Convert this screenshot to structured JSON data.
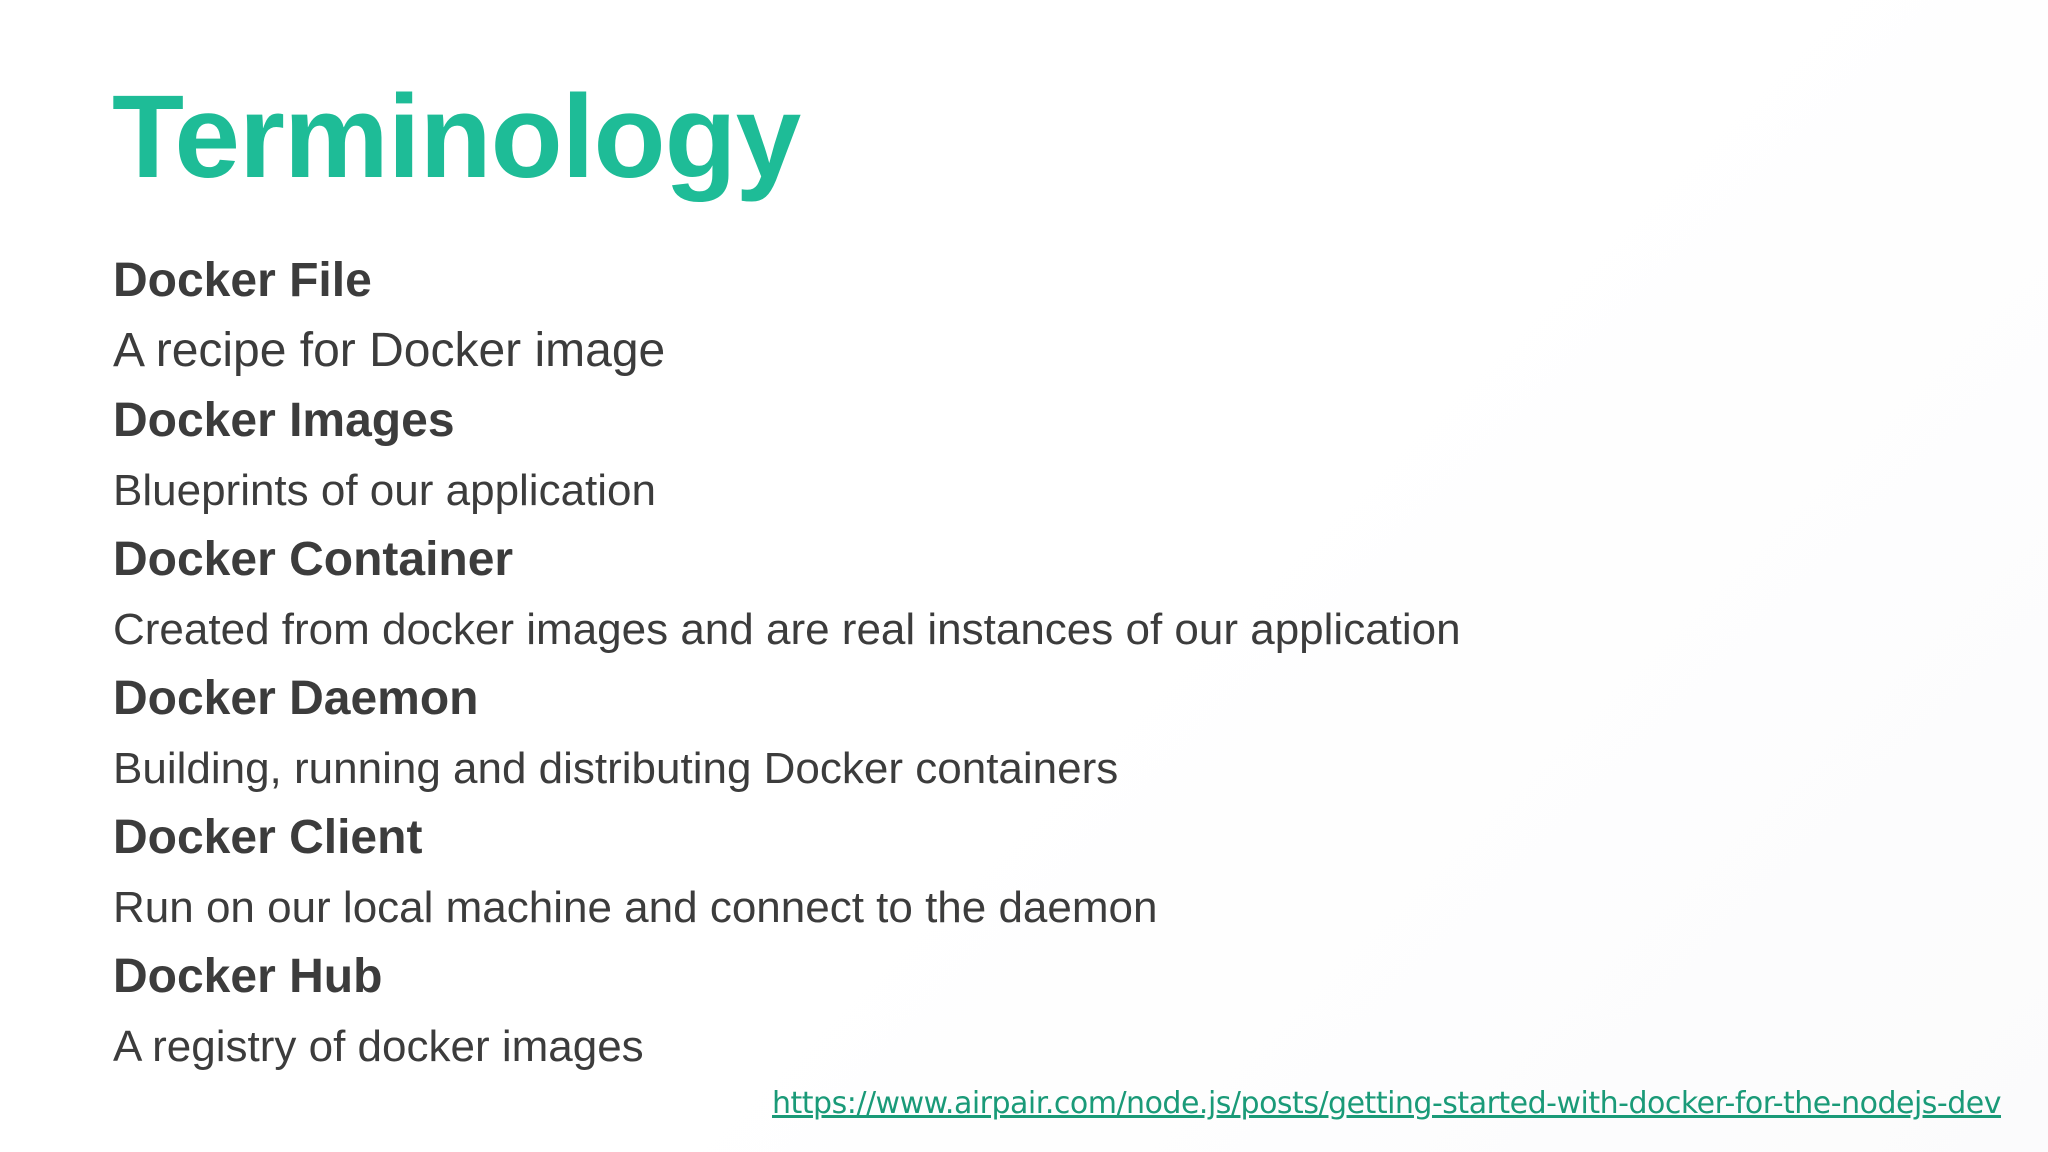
{
  "slide": {
    "title": "Terminology",
    "title_color": "#1ebc97",
    "text_color": "#3c3c3c",
    "terms": [
      {
        "term": "Docker File",
        "description": "A recipe for Docker image"
      },
      {
        "term": "Docker Images",
        "description": "Blueprints of our application"
      },
      {
        "term": "Docker Container",
        "description": "Created from docker images and are real instances of our application"
      },
      {
        "term": "Docker Daemon",
        "description": "Building, running and distributing Docker containers"
      },
      {
        "term": "Docker Client",
        "description": "Run on our local machine and connect to the daemon"
      },
      {
        "term": "Docker Hub",
        "description": "A registry of docker images"
      }
    ],
    "source_link": "https://www.airpair.com/node.js/posts/getting-started-with-docker-for-the-nodejs-dev",
    "link_color": "#1a9a78"
  }
}
